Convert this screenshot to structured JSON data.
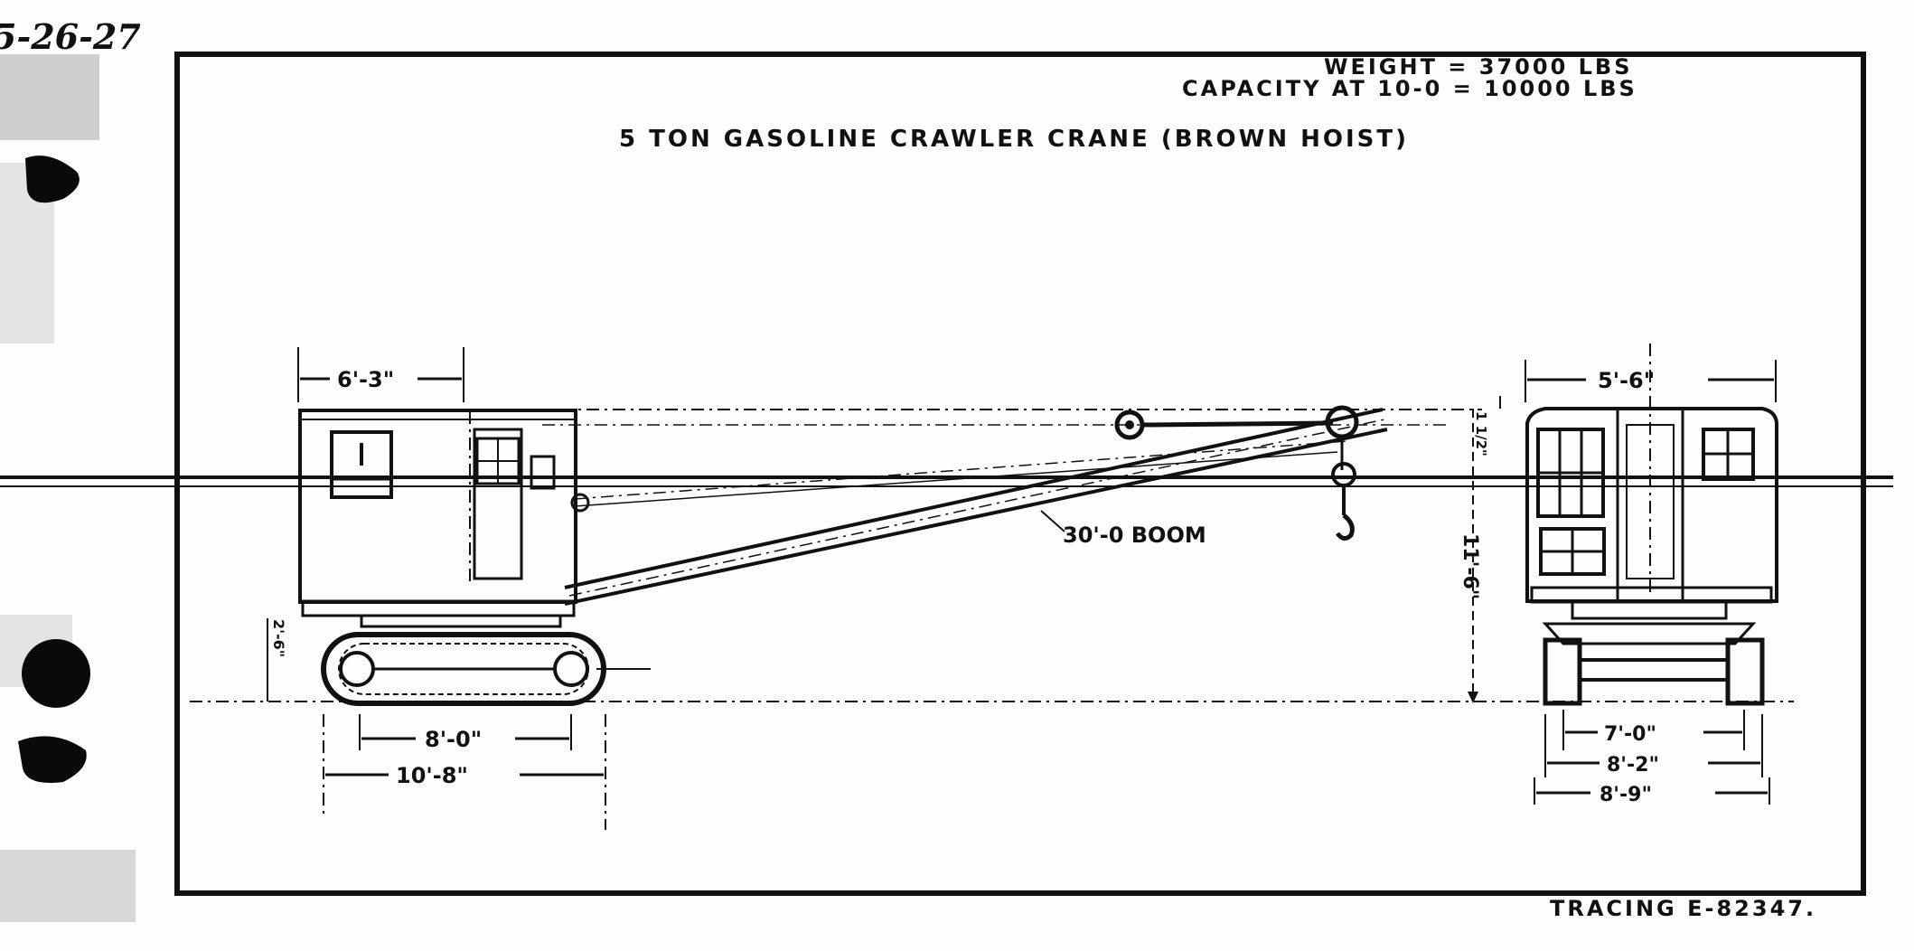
{
  "sheet": {
    "corner_mark": "5-26-27",
    "title": "5 TON GASOLINE CRAWLER CRANE (BROWN HOIST)",
    "weight": "WEIGHT  = 37000 LBS",
    "capacity": "CAPACITY AT 10-0 = 10000 LBS",
    "tracing": "TRACING E-82347."
  },
  "side_view": {
    "cab_width": "6'-3\"",
    "boom_label": "30'-0 BOOM",
    "wheelbase": "8'-0\"",
    "track_length": "10'-8\"",
    "track_height": "2'-6\""
  },
  "end_view": {
    "cab_width": "5'-6\"",
    "roof_offset": "1 1/2\"",
    "height": "11'-6\"",
    "gauge": "7'-0\"",
    "track_span": "8'-2\"",
    "overall_width": "8'-9\""
  }
}
